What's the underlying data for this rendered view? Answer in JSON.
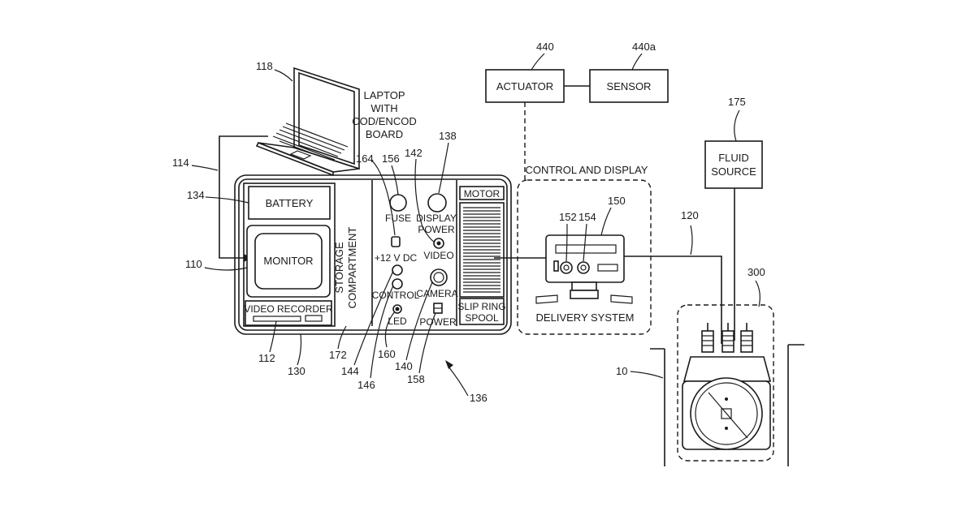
{
  "labels": {
    "laptop": "LAPTOP",
    "with": "WITH",
    "codencod": "COD/ENCOD",
    "board": "BOARD",
    "battery": "BATTERY",
    "monitor": "MONITOR",
    "video_recorder": "VIDEO RECORDER",
    "storage": "STORAGE",
    "compartment": "COMPARTMENT",
    "fuse": "FUSE",
    "display": "DISPLAY",
    "power": "POWER",
    "video": "VIDEO",
    "v12": "+12 V DC",
    "control": "CONTROL",
    "camera": "CAMERA",
    "led": "LED",
    "power_sw": "POWER",
    "motor": "MOTOR",
    "slip_ring": "SLIP RING",
    "spool": "SPOOL",
    "control_display": "CONTROL AND DISPLAY",
    "delivery_system": "DELIVERY SYSTEM",
    "actuator": "ACTUATOR",
    "sensor": "SENSOR",
    "fluid": "FLUID",
    "source": "SOURCE"
  },
  "refs": {
    "r118": "118",
    "r114": "114",
    "r134": "134",
    "r110": "110",
    "r112": "112",
    "r130": "130",
    "r172": "172",
    "r144": "144",
    "r146": "146",
    "r160": "160",
    "r140": "140",
    "r158": "158",
    "r136": "136",
    "r164": "164",
    "r156": "156",
    "r142": "142",
    "r138": "138",
    "r440": "440",
    "r440a": "440a",
    "r150": "150",
    "r152": "152",
    "r154": "154",
    "r120": "120",
    "r175": "175",
    "r300": "300",
    "r10": "10"
  }
}
